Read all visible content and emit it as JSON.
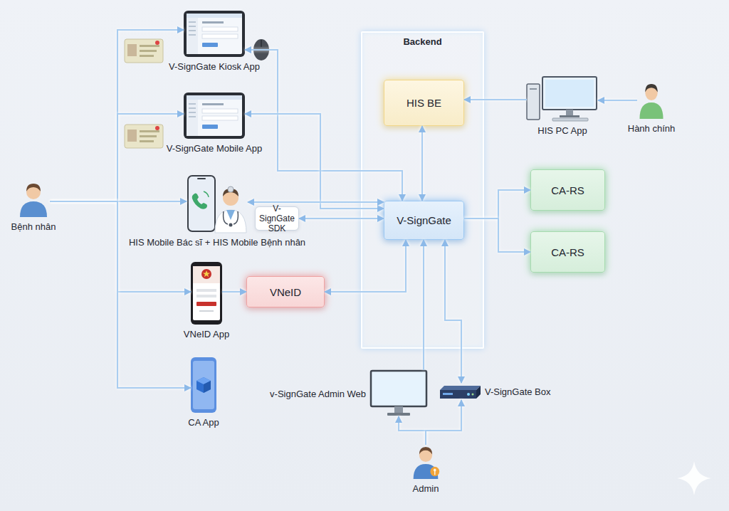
{
  "diagram": {
    "nodes": [
      {
        "text": [
          "V-SignGate Kiosk App"
        ]
      },
      {
        "text": [
          "Backend"
        ]
      },
      {
        "text": [
          "HIS BE"
        ],
        "in": 1
      },
      {
        "text": [
          "HIS PC App"
        ]
      },
      {
        "text": [
          "Hành chính"
        ]
      },
      {
        "text": [
          "V-SignGate Mobile App"
        ]
      },
      {
        "text": [
          "Bệnh nhân"
        ]
      },
      {
        "text": [
          "HIS Mobile Bác sĩ + HIS Mobile Bệnh nhân"
        ]
      },
      {
        "text": [
          "V-SignGate SDK"
        ]
      },
      {
        "text": [
          "V-SignGate"
        ],
        "in": 1
      },
      {
        "text": [
          "CA-RS"
        ]
      },
      {
        "text": [
          "CA-RS"
        ]
      },
      {
        "text": [
          "VNeID App"
        ]
      },
      {
        "text": [
          "VNeID"
        ]
      },
      {
        "text": [
          "CA App"
        ]
      },
      {
        "text": [
          "v-SignGate Admin Web"
        ]
      },
      {
        "text": [
          "V-SignGate Box"
        ]
      },
      {
        "text": [
          "Admin"
        ]
      }
    ],
    "edges": [
      {
        "from": 6,
        "to": 0,
        "arrow": "to"
      },
      {
        "from": 6,
        "to": 5,
        "arrow": "to"
      },
      {
        "from": 6,
        "to": 7,
        "arrow": "to"
      },
      {
        "from": 6,
        "to": 12,
        "arrow": "to"
      },
      {
        "from": 6,
        "to": 14,
        "arrow": "to"
      },
      {
        "from": 0,
        "to": 9,
        "arrow": "both"
      },
      {
        "from": 5,
        "to": 9,
        "arrow": "both"
      },
      {
        "from": 7,
        "to": 9,
        "arrow": "both"
      },
      {
        "from": 8,
        "to": 9,
        "arrow": "both"
      },
      {
        "from": 2,
        "to": 9,
        "arrow": "both"
      },
      {
        "from": 3,
        "to": 2,
        "arrow": "to"
      },
      {
        "from": 4,
        "to": 3,
        "arrow": "to"
      },
      {
        "from": 9,
        "to": 10,
        "arrow": "to"
      },
      {
        "from": 9,
        "to": 11,
        "arrow": "to"
      },
      {
        "from": 12,
        "to": 13,
        "arrow": "to"
      },
      {
        "from": 13,
        "to": 9,
        "arrow": "both"
      },
      {
        "from": 15,
        "to": 9,
        "arrow": "to"
      },
      {
        "from": 9,
        "to": 16,
        "arrow": "both"
      },
      {
        "from": 17,
        "to": 15,
        "arrow": "to"
      },
      {
        "from": 17,
        "to": 16,
        "arrow": "to"
      }
    ]
  }
}
